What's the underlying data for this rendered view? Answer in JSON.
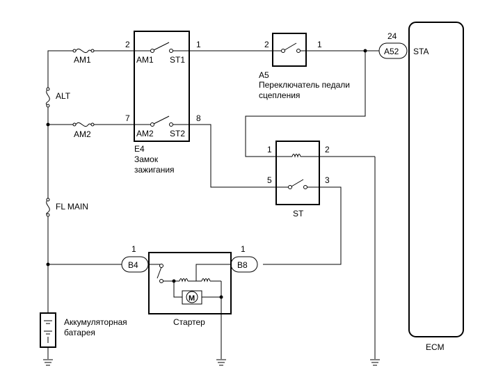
{
  "components": {
    "fuses": {
      "am1": {
        "label": "AM1"
      },
      "alt": {
        "label": "ALT"
      },
      "am2": {
        "label": "AM2"
      },
      "fl_main": {
        "label": "FL MAIN"
      }
    },
    "ignition_switch": {
      "code": "E4",
      "name_line1": "Замок",
      "name_line2": "зажигания",
      "terminals": {
        "am1": "AM1",
        "st1": "ST1",
        "am2": "AM2",
        "st2": "ST2"
      },
      "pins": {
        "am1": "2",
        "st1": "1",
        "am2": "7",
        "st2": "8"
      }
    },
    "clutch_switch": {
      "code": "A5",
      "name_line1": "Переключатель педали",
      "name_line2": "сцепления",
      "pins": {
        "left": "2",
        "right": "1"
      }
    },
    "st_relay": {
      "label": "ST",
      "pins": {
        "coil_in": "1",
        "coil_out": "2",
        "sw_in": "5",
        "sw_out": "3"
      }
    },
    "ecm": {
      "label": "ECM",
      "connector": "A52",
      "pin": "24",
      "terminal": "STA"
    },
    "starter": {
      "label": "Стартер",
      "motor_symbol": "M",
      "connectors": {
        "b4": "B4",
        "b8": "B8"
      },
      "pins": {
        "b4": "1",
        "b8": "1"
      }
    },
    "battery": {
      "name_line1": "Аккумуляторная",
      "name_line2": "батарея"
    }
  }
}
